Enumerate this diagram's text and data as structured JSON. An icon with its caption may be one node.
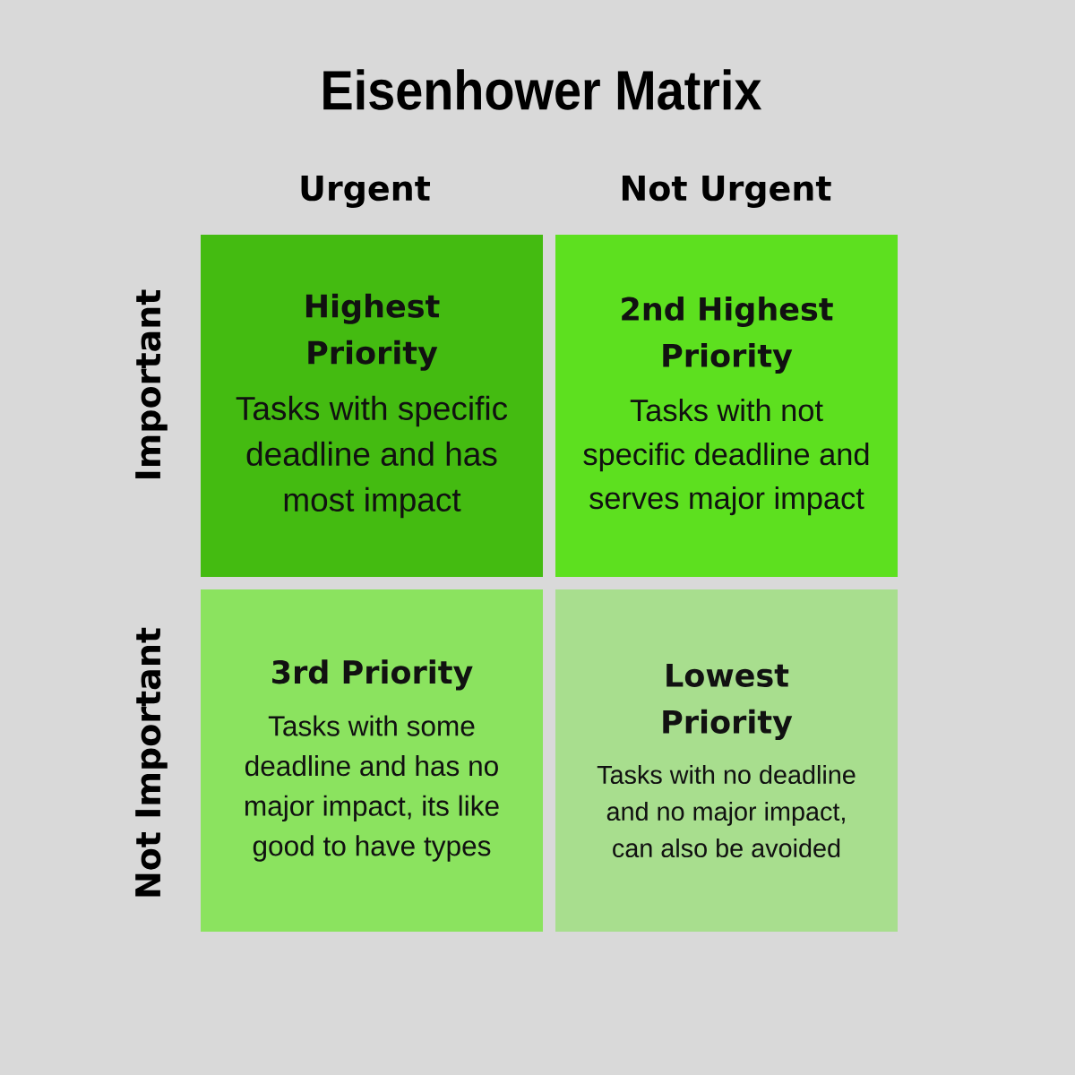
{
  "diagram": {
    "title": "Eisenhower Matrix",
    "nodes": [
      {
        "text": [
          "Highest Priority",
          "Tasks with specific deadline and has most impact"
        ]
      },
      {
        "text": [
          "2nd Highest Priority",
          "Tasks with not specific deadline and serves major impact"
        ]
      },
      {
        "text": [
          "3rd Priority",
          "Tasks with some deadline and has no major impact, its like good to have types"
        ]
      },
      {
        "text": [
          "Lowest Priority",
          "Tasks with no deadline and no major impact, can also be avoided"
        ]
      }
    ],
    "labels": [
      "Urgent",
      "Not Urgent",
      "Important",
      "Not Important"
    ]
  }
}
